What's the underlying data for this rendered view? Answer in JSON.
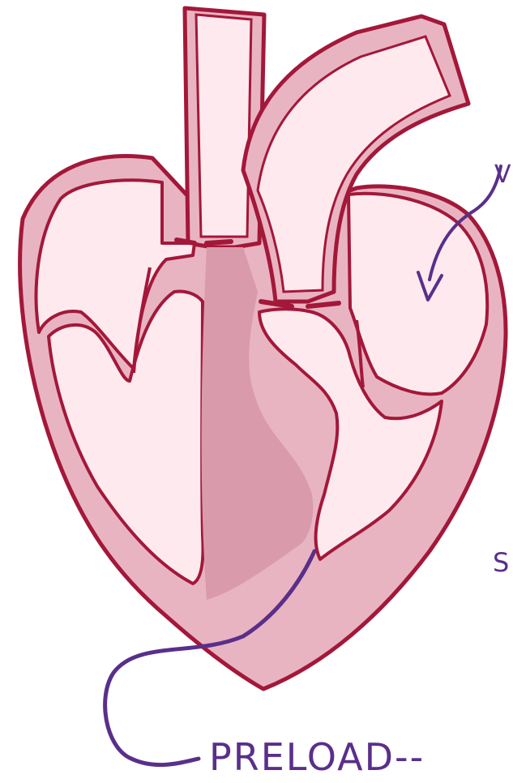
{
  "labels": {
    "preload": "PRELOAD--",
    "right_edge_glyph": "S",
    "top_edge_glyph": "V"
  },
  "colors": {
    "outline": "#a3183a",
    "wall_fill": "#e9b4c1",
    "chamber_fill": "#fde9ee",
    "annotation_ink": "#5a2f8a"
  }
}
